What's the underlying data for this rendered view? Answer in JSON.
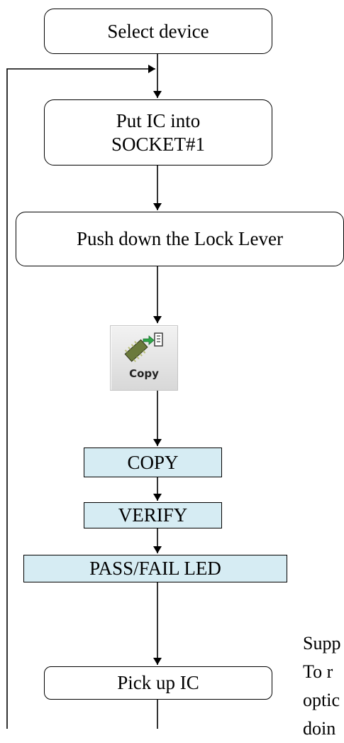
{
  "flowchart": {
    "select_device": "Select device",
    "put_ic": "Put IC into\nSOCKET#1",
    "push_lever": "Push down the Lock Lever",
    "copy_step": "COPY",
    "verify_step": "VERIFY",
    "pass_fail_step": "PASS/FAIL LED",
    "pick_up": "Pick up IC"
  },
  "toolbar": {
    "copy_label": "Copy",
    "copy_icon": "chip-copy-icon"
  },
  "side_note": {
    "lines": [
      "Supp",
      "To r",
      "optic",
      "doin"
    ]
  },
  "colors": {
    "step_fill": "#d6ecf3",
    "line": "#000000"
  }
}
